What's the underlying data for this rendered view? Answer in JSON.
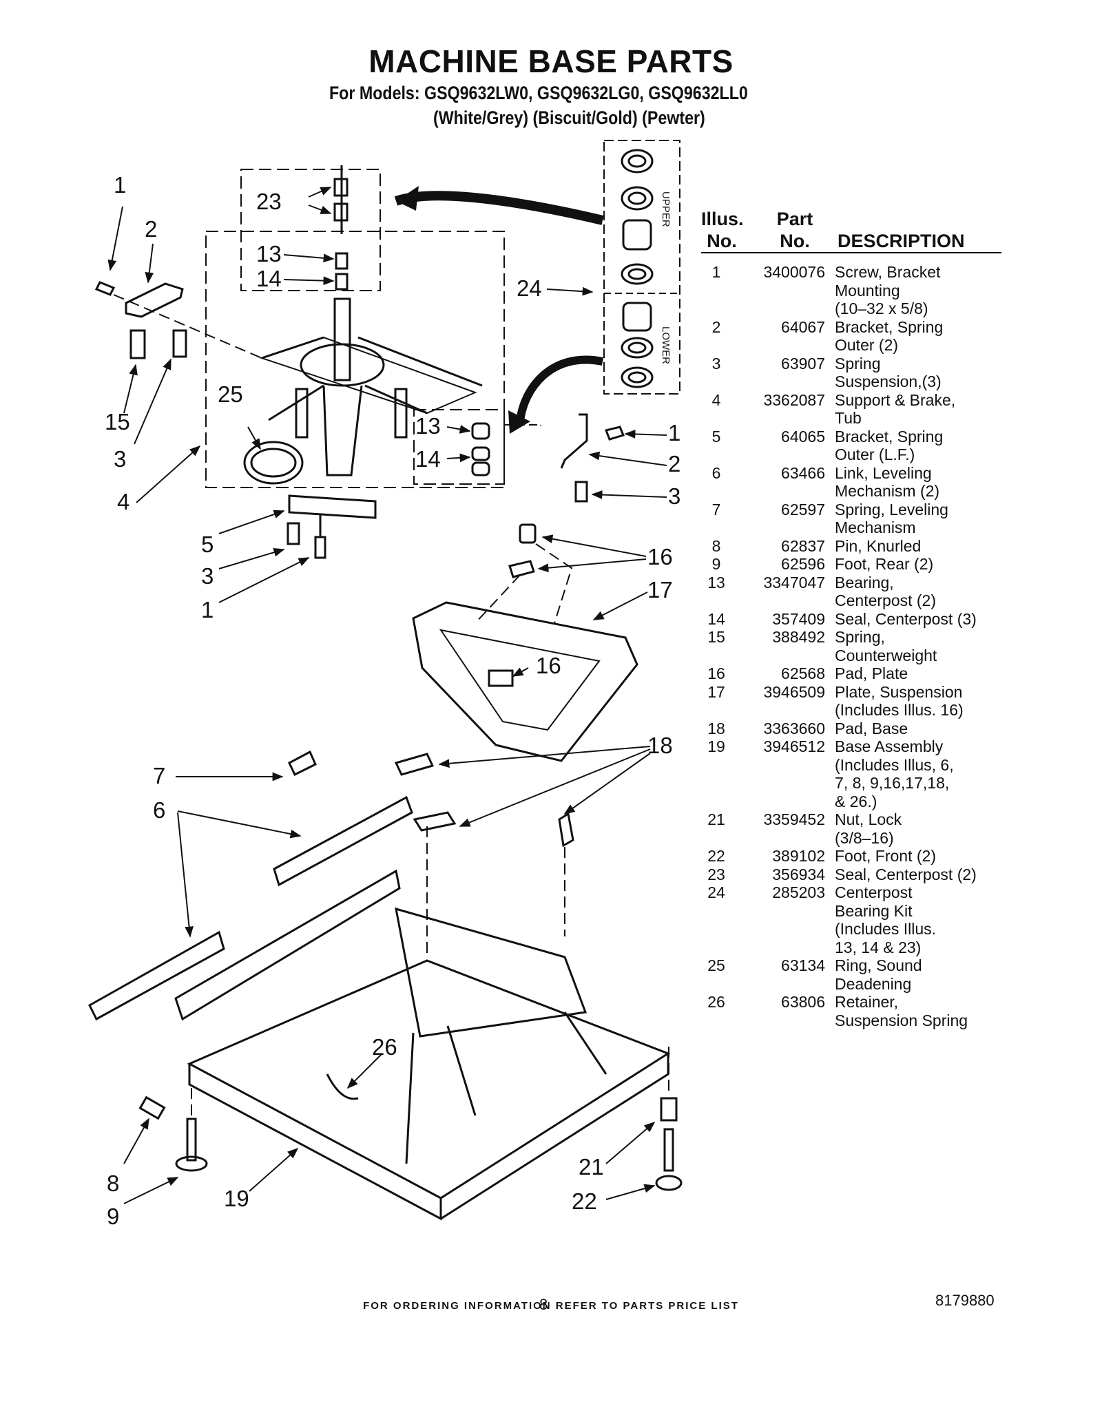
{
  "header": {
    "title": "MACHINE BASE PARTS",
    "models_line": "For Models: GSQ9632LW0, GSQ9632LG0, GSQ9632LL0",
    "colors_line": "(White/Grey)  (Biscuit/Gold)  (Pewter)"
  },
  "diagram": {
    "callouts": [
      "1",
      "2",
      "23",
      "13",
      "14",
      "24",
      "15",
      "3",
      "25",
      "4",
      "13",
      "14",
      "1",
      "2",
      "3",
      "5",
      "3",
      "1",
      "16",
      "17",
      "16",
      "18",
      "7",
      "6",
      "26",
      "21",
      "22",
      "8",
      "9",
      "19"
    ],
    "kit_labels": {
      "upper": "UPPER",
      "lower": "LOWER"
    }
  },
  "table": {
    "headers": {
      "illus": [
        "Illus.",
        "No."
      ],
      "part": [
        "Part",
        "No."
      ],
      "description": "DESCRIPTION"
    },
    "rows": [
      {
        "illus": "1",
        "part": "3400076",
        "desc": "Screw, Bracket\nMounting\n(10–32 x 5/8)"
      },
      {
        "illus": "2",
        "part": "64067",
        "desc": "Bracket, Spring\nOuter (2)"
      },
      {
        "illus": "3",
        "part": "63907",
        "desc": "Spring\nSuspension,(3)"
      },
      {
        "illus": "4",
        "part": "3362087",
        "desc": "Support & Brake,\nTub"
      },
      {
        "illus": "5",
        "part": "64065",
        "desc": "Bracket, Spring\nOuter (L.F.)"
      },
      {
        "illus": "6",
        "part": "63466",
        "desc": "Link, Leveling\nMechanism (2)"
      },
      {
        "illus": "7",
        "part": "62597",
        "desc": "Spring, Leveling\nMechanism"
      },
      {
        "illus": "8",
        "part": "62837",
        "desc": "Pin, Knurled"
      },
      {
        "illus": "9",
        "part": "62596",
        "desc": "Foot, Rear (2)"
      },
      {
        "illus": "13",
        "part": "3347047",
        "desc": "Bearing,\nCenterpost (2)"
      },
      {
        "illus": "14",
        "part": "357409",
        "desc": "Seal, Centerpost (3)"
      },
      {
        "illus": "15",
        "part": "388492",
        "desc": "Spring,\nCounterweight"
      },
      {
        "illus": "16",
        "part": "62568",
        "desc": "Pad, Plate"
      },
      {
        "illus": "17",
        "part": "3946509",
        "desc": "Plate, Suspension\n(Includes Illus. 16)"
      },
      {
        "illus": "18",
        "part": "3363660",
        "desc": "Pad, Base"
      },
      {
        "illus": "19",
        "part": "3946512",
        "desc": "Base Assembly\n(Includes Illus, 6,\n7, 8, 9,16,17,18,\n& 26.)"
      },
      {
        "illus": "21",
        "part": "3359452",
        "desc": "Nut, Lock\n(3/8–16)"
      },
      {
        "illus": "22",
        "part": "389102",
        "desc": "Foot, Front (2)"
      },
      {
        "illus": "23",
        "part": "356934",
        "desc": "Seal, Centerpost (2)"
      },
      {
        "illus": "24",
        "part": "285203",
        "desc": "Centerpost\nBearing Kit\n(Includes Illus.\n13, 14 & 23)"
      },
      {
        "illus": "25",
        "part": "63134",
        "desc": "Ring, Sound\nDeadening"
      },
      {
        "illus": "26",
        "part": "63806",
        "desc": "Retainer,\nSuspension Spring"
      }
    ]
  },
  "footer": {
    "note": "FOR ORDERING INFORMATION REFER TO PARTS PRICE LIST",
    "page_number": "8",
    "doc_number": "8179880"
  }
}
